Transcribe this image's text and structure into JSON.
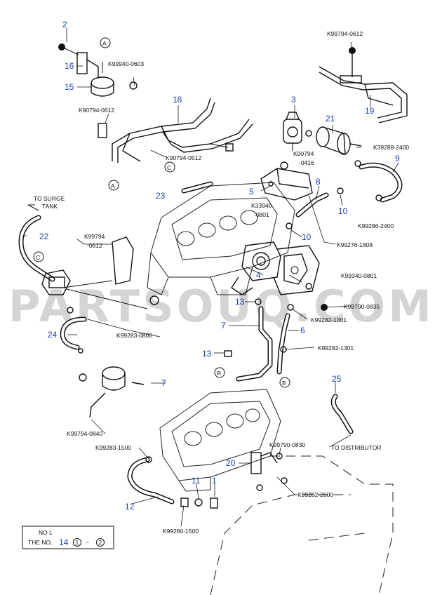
{
  "watermark": "PARTSOUQ.COM",
  "callouts": {
    "c1": "1",
    "c2": "2",
    "c3": "3",
    "c4": "4",
    "c5": "5",
    "c6": "6",
    "c7a": "7",
    "c7b": "7",
    "c8": "8",
    "c9": "9",
    "c10a": "10",
    "c10b": "10",
    "c11": "11",
    "c12": "12",
    "c13a": "13",
    "c13b": "13",
    "c15": "15",
    "c16": "16",
    "c18": "18",
    "c19": "19",
    "c20": "20",
    "c21": "21",
    "c22": "22",
    "c23": "23",
    "c24": "24",
    "c25": "25"
  },
  "part_numbers": {
    "p01": "K99794-0612",
    "p02": "K99940-0603",
    "p03": "K90794-0612",
    "p04": "K90794-0512",
    "p05a": "K90794",
    "p05b": "-0416",
    "p06": "K39288-2400",
    "p07": "K99286-2400",
    "p08a": "K99794",
    "p08b": "-0612",
    "p09a": "K33940",
    "p09b": "-0801",
    "p10": "K99276-1808",
    "p11": "K99340-0801",
    "p12": "K99790-0835",
    "p13": "K99282-1301",
    "p14": "K99282-1301",
    "p15": "K99283-0800",
    "p16": "K99794-0840",
    "p17": "K99283-1500",
    "p18": "K99790-0830",
    "p19": "K99282-2600",
    "p20": "K99280-1500"
  },
  "letters": {
    "A": "A",
    "C": "C",
    "R": "R",
    "B": "B"
  },
  "notes": {
    "surge_1": "TO SURGE",
    "surge_2": "TANK",
    "distributor": "TO DISTRIBUTOR",
    "note_title": "NO L",
    "note_prefix": "THE NO.",
    "note_num": "14",
    "note_1": "1",
    "note_tilde": "~",
    "note_2": "2"
  }
}
